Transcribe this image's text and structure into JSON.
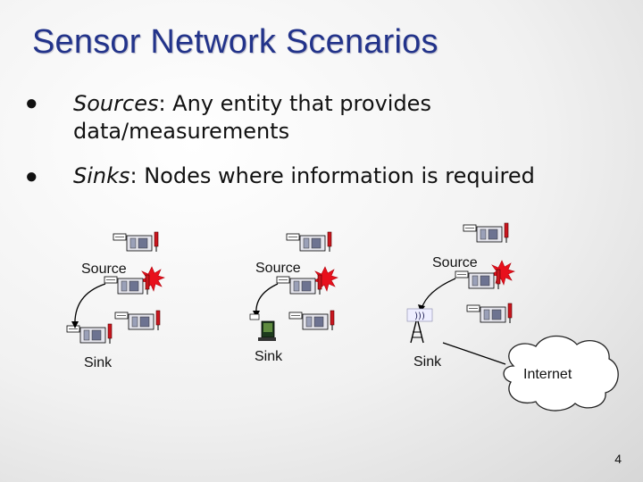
{
  "title": "Sensor Network Scenarios",
  "bullets": [
    {
      "term": "Sources",
      "rest_line1": ": Any entity that provides",
      "rest_line2": "data/measurements"
    },
    {
      "term": "Sinks",
      "rest_line1": ": Nodes where information is required"
    }
  ],
  "scenarios": [
    {
      "source_label": "Source",
      "sink_label": "Sink"
    },
    {
      "source_label": "Source",
      "sink_label": "Sink"
    },
    {
      "source_label": "Source",
      "sink_label": "Sink"
    }
  ],
  "internet_label": "Internet",
  "page_number": "4",
  "colors": {
    "title": "#22338a",
    "source_burst": "#e8101c"
  },
  "icons": [
    "sensor-node-icon",
    "source-burst-icon",
    "laptop-sink-icon",
    "antenna-tower-sink-icon",
    "internet-cloud-icon"
  ]
}
